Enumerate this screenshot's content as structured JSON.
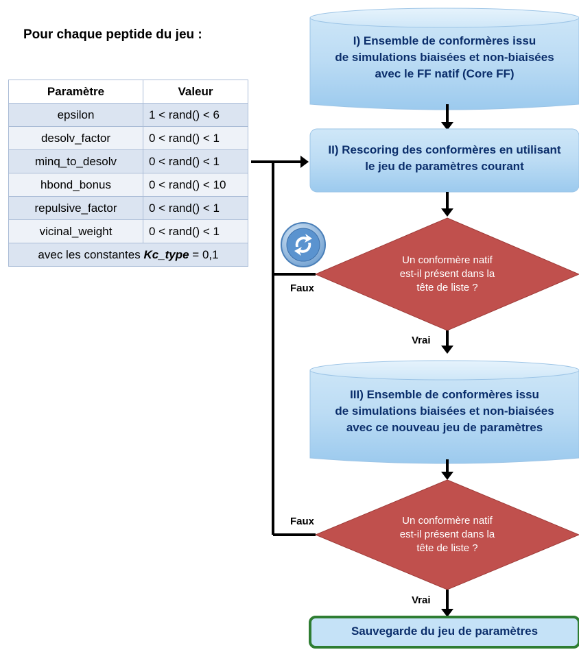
{
  "heading": "Pour chaque peptide du jeu :",
  "table": {
    "headers": [
      "Paramètre",
      "Valeur"
    ],
    "rows": [
      {
        "name": "epsilon",
        "value": "1 < rand() < 6"
      },
      {
        "name": "desolv_factor",
        "value": "0 < rand() < 1"
      },
      {
        "name": "minq_to_desolv",
        "value": "0 < rand() < 1"
      },
      {
        "name": "hbond_bonus",
        "value": "0 < rand() < 10"
      },
      {
        "name": "repulsive_factor",
        "value": "0 < rand() < 1"
      },
      {
        "name": "vicinal_weight",
        "value": "0 < rand() < 1"
      }
    ],
    "footnote_prefix": "avec les constantes ",
    "footnote_var": "Kc_type",
    "footnote_suffix": " = 0,1"
  },
  "steps": {
    "step1": [
      "I) Ensemble de conformères issu",
      "de simulations biaisées et non-biaisées",
      "avec le FF natif (Core FF)"
    ],
    "step2": [
      "II) Rescoring des conformères en utilisant",
      "le jeu de paramètres courant"
    ],
    "decision1": [
      "Un conformère natif",
      "est-il présent dans la",
      "tête de liste ?"
    ],
    "step3": [
      "III) Ensemble de conformères issu",
      "de simulations biaisées et non-biaisées",
      "avec ce nouveau jeu de paramètres"
    ],
    "decision2": [
      "Un conformère natif",
      "est-il présent dans la",
      "tête de liste ?"
    ],
    "final": "Sauvegarde du jeu de paramètres"
  },
  "labels": {
    "false1": "Faux",
    "true1": "Vrai",
    "false2": "Faux",
    "true2": "Vrai"
  },
  "colors": {
    "box_fill": "#c5e2f7",
    "box_text": "#0b2e6b",
    "diamond_fill": "#c0504d",
    "final_border": "#2e7d32",
    "table_row": "#dbe4f1"
  },
  "icons": [
    "refresh-icon"
  ]
}
